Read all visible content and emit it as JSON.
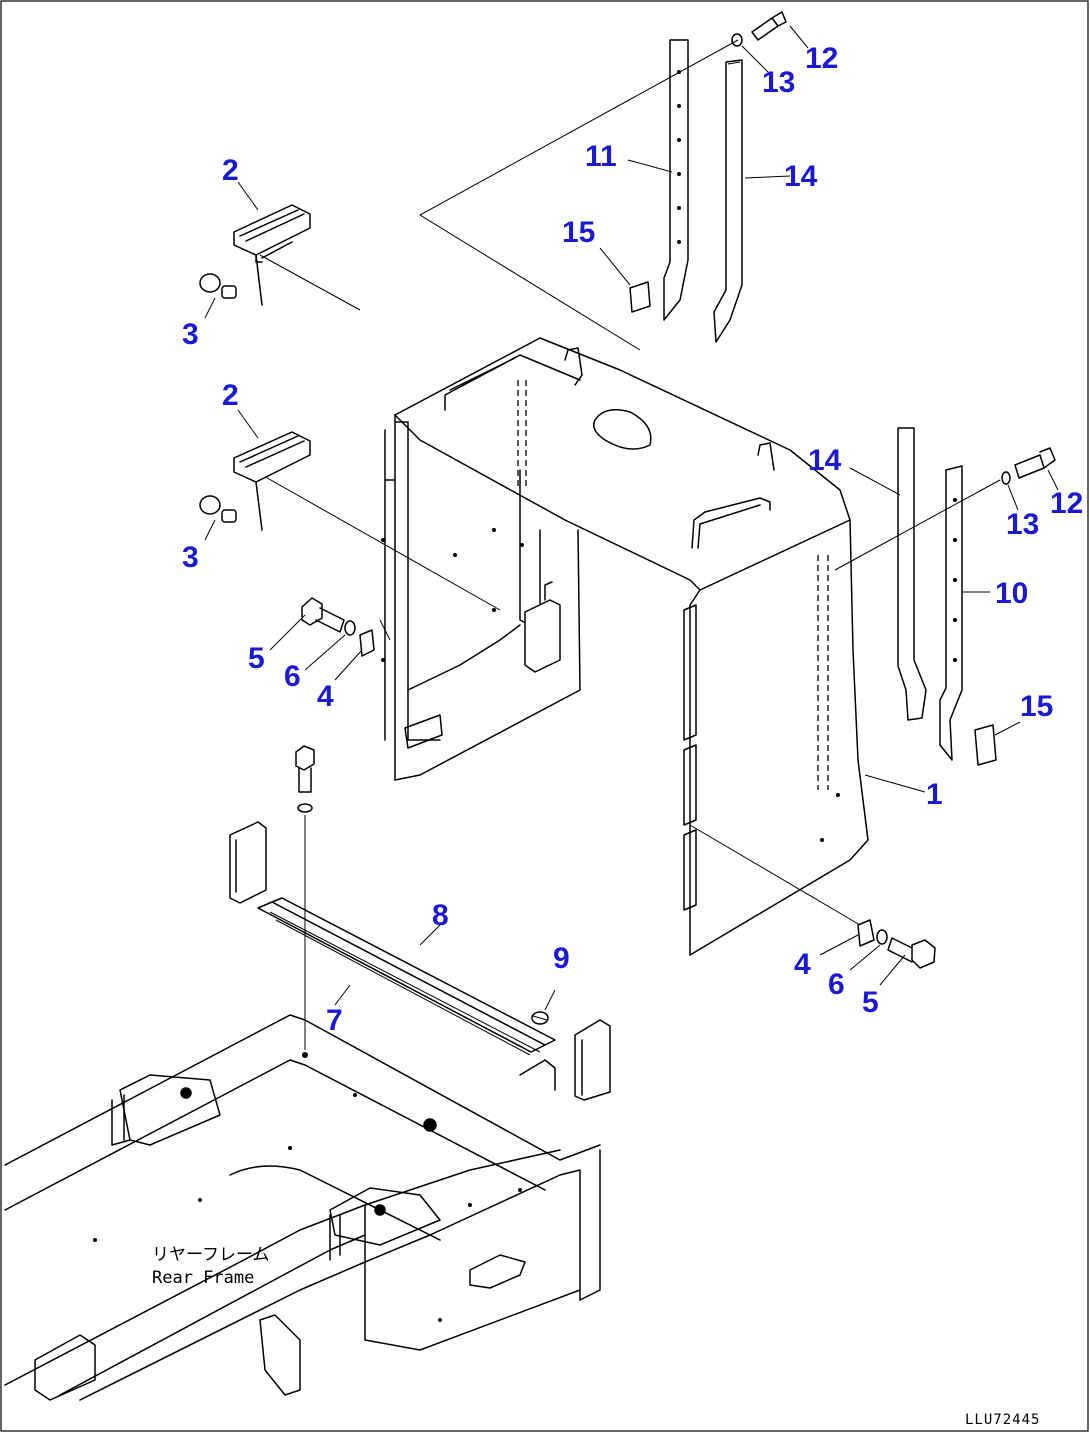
{
  "callouts": {
    "c2_top": "2",
    "c3_top": "3",
    "c2_mid": "2",
    "c3_mid": "3",
    "c11": "11",
    "c15_top": "15",
    "c13_top": "13",
    "c12_top": "12",
    "c14_top": "14",
    "c14_right": "14",
    "c13_right": "13",
    "c12_right": "12",
    "c10": "10",
    "c15_right": "15",
    "c1": "1",
    "c5_left": "5",
    "c6_left": "6",
    "c4_left": "4",
    "c8": "8",
    "c9": "9",
    "c7": "7",
    "c4_right": "4",
    "c6_right": "6",
    "c5_right": "5"
  },
  "rear_frame_label": {
    "japanese": "リヤーフレーム",
    "english": "Rear Frame"
  },
  "drawing_id": "LLU72445",
  "colors": {
    "callout": "#1a1ad6",
    "line": "#000000",
    "background": "#ffffff"
  }
}
